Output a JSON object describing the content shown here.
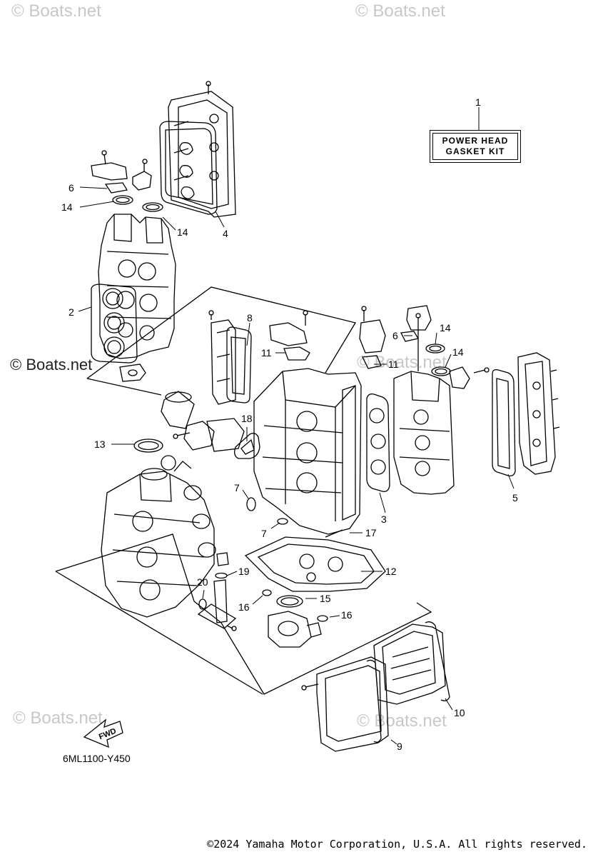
{
  "watermarks": {
    "text": "© Boats.net",
    "dark_text": "© Boats.net"
  },
  "kit_label": {
    "line1": "POWER HEAD",
    "line2": "GASKET KIT"
  },
  "fwd_label": "FWD",
  "diagram_code": "6ML1100-Y450",
  "copyright": "©2024 Yamaha Motor Corporation, U.S.A. All rights reserved.",
  "callouts": {
    "c1": "1",
    "c2": "2",
    "c3": "3",
    "c4": "4",
    "c5": "5",
    "c6a": "6",
    "c6b": "6",
    "c7a": "7",
    "c7b": "7",
    "c8": "8",
    "c9": "9",
    "c10": "10",
    "c11a": "11",
    "c11b": "11",
    "c12": "12",
    "c13": "13",
    "c14a": "14",
    "c14b": "14",
    "c14c": "14",
    "c14d": "14",
    "c15": "15",
    "c16a": "16",
    "c16b": "16",
    "c17": "17",
    "c18": "18",
    "c19": "19",
    "c20": "20"
  },
  "colors": {
    "line": "#000000",
    "watermark": "#c8c8c8",
    "background": "#ffffff"
  }
}
